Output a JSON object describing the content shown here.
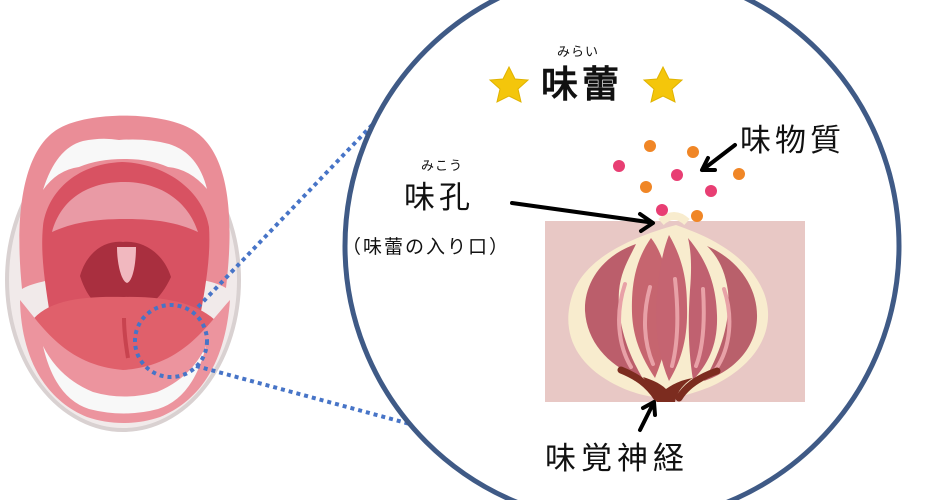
{
  "diagram": {
    "title": "味蕾",
    "title_ruby": "みらい",
    "labels": {
      "taste_substance": "味物質",
      "taste_pore": "味孔",
      "taste_pore_ruby": "みこう",
      "taste_pore_note": "（味蕾の入り口）",
      "gustatory_nerve": "味覚神経"
    }
  },
  "colors": {
    "outline": "#3f5a86",
    "tissue": "#e8c7c3",
    "bud": "#bb5e6b",
    "nerve": "#7c2c1f",
    "star": "#f4c60b",
    "particle_pink": "#e83e73",
    "particle_orange": "#f08626",
    "mouth_red": "#d95663",
    "mouth_gum": "#ed949d"
  }
}
